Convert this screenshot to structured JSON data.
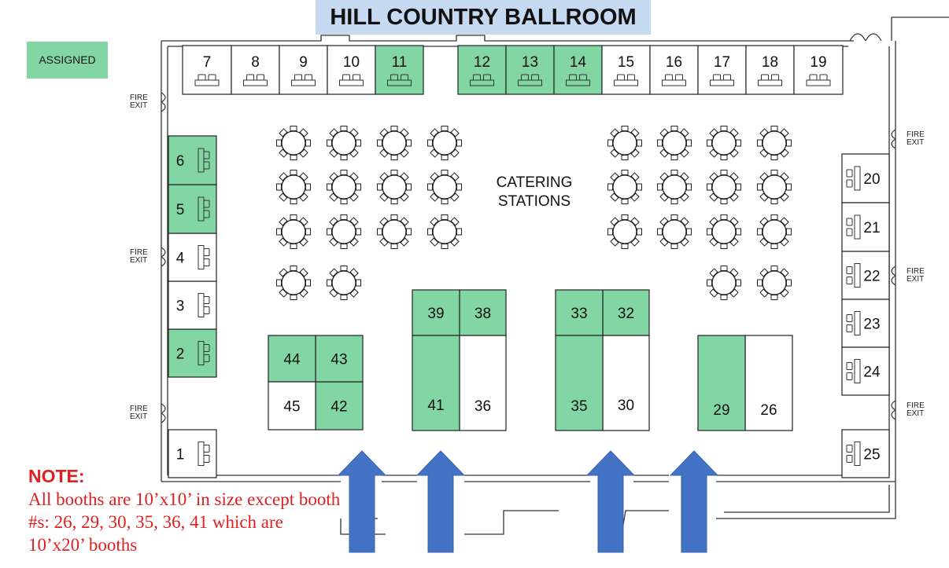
{
  "title": "HILL COUNTRY BALLROOM",
  "legend": {
    "label": "ASSIGNED",
    "color": "#82d6a3"
  },
  "note": {
    "heading": "NOTE:",
    "text": "All booths are 10’x10’ in size except booth #s: 26, 29, 30, 35, 36, 41 which are 10’x20’ booths"
  },
  "catering": [
    "CATERING",
    "STATIONS"
  ],
  "fire_exit": [
    "FIRE",
    "EXIT"
  ],
  "booths": [
    {
      "id": "1",
      "assigned": false
    },
    {
      "id": "2",
      "assigned": true
    },
    {
      "id": "3",
      "assigned": false
    },
    {
      "id": "4",
      "assigned": false
    },
    {
      "id": "5",
      "assigned": true
    },
    {
      "id": "6",
      "assigned": true
    },
    {
      "id": "7",
      "assigned": false
    },
    {
      "id": "8",
      "assigned": false
    },
    {
      "id": "9",
      "assigned": false
    },
    {
      "id": "10",
      "assigned": false
    },
    {
      "id": "11",
      "assigned": true
    },
    {
      "id": "12",
      "assigned": true
    },
    {
      "id": "13",
      "assigned": true
    },
    {
      "id": "14",
      "assigned": true
    },
    {
      "id": "15",
      "assigned": false
    },
    {
      "id": "16",
      "assigned": false
    },
    {
      "id": "17",
      "assigned": false
    },
    {
      "id": "18",
      "assigned": false
    },
    {
      "id": "19",
      "assigned": false
    },
    {
      "id": "20",
      "assigned": false
    },
    {
      "id": "21",
      "assigned": false
    },
    {
      "id": "22",
      "assigned": false
    },
    {
      "id": "23",
      "assigned": false
    },
    {
      "id": "24",
      "assigned": false
    },
    {
      "id": "25",
      "assigned": false
    },
    {
      "id": "26",
      "assigned": false
    },
    {
      "id": "29",
      "assigned": true
    },
    {
      "id": "30",
      "assigned": false
    },
    {
      "id": "32",
      "assigned": true
    },
    {
      "id": "33",
      "assigned": true
    },
    {
      "id": "35",
      "assigned": true
    },
    {
      "id": "36",
      "assigned": false
    },
    {
      "id": "38",
      "assigned": true
    },
    {
      "id": "39",
      "assigned": true
    },
    {
      "id": "41",
      "assigned": true
    },
    {
      "id": "42",
      "assigned": true
    },
    {
      "id": "43",
      "assigned": true
    },
    {
      "id": "44",
      "assigned": true
    },
    {
      "id": "45",
      "assigned": false
    }
  ],
  "colors": {
    "assigned": "#82d6a3",
    "open": "#ffffff",
    "arrow": "#4472c4"
  },
  "icons": {
    "table": "round-table-icon",
    "arrow": "entrance-arrow-icon",
    "exit": "fire-exit-door-icon"
  }
}
